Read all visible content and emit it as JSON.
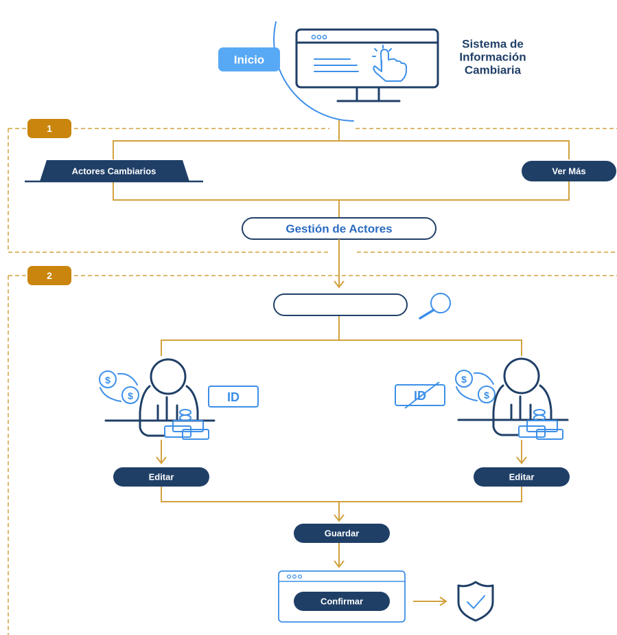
{
  "header": {
    "start_label": "Inicio",
    "system_title_line1": "Sistema de",
    "system_title_line2": "Información",
    "system_title_line3": "Cambiaria"
  },
  "step1": {
    "number": "1",
    "actors_tab_label": "Actores Cambiarios",
    "see_more_label": "Ver Más",
    "management_label": "Gestión de Actores"
  },
  "step2": {
    "number": "2",
    "id_label_left": "ID",
    "id_label_right": "ID",
    "edit_left_label": "Editar",
    "edit_right_label": "Editar",
    "save_label": "Guardar",
    "confirm_label": "Confirmar"
  },
  "colors": {
    "navy": "#1f3f67",
    "accent_blue": "#3c8fe8",
    "start_blue": "#58a9f5",
    "connector_gold": "#d1a13c",
    "badge_orange": "#c9850d"
  }
}
